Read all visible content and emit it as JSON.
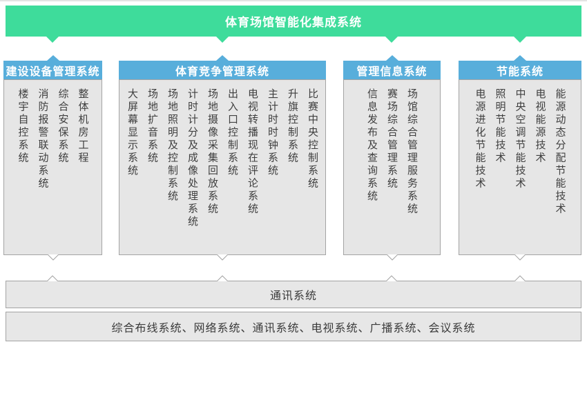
{
  "main_title": "体育场馆智能化集成系统",
  "colors": {
    "accent_green": "#3edc9b",
    "accent_blue": "#58aedb",
    "panel_gray": "#e6e6e6",
    "panel_border": "#a3a3a3",
    "header_text": "#ffffff",
    "body_text": "#3f3f3f"
  },
  "columns": [
    {
      "header": "建设设备管理系统",
      "items": [
        "整体机房工程",
        "综合安保系统",
        "消防报警联动系统",
        "楼宇自控系统"
      ]
    },
    {
      "header": "体育竞争管理系统",
      "items": [
        "比赛中央控制系统",
        "升旗控制系统",
        "主计时时钟系统",
        "电视转播现在评论系统",
        "出入口控制系统",
        "场地摄像采集回放系统",
        "计时计分及成像处理系统",
        "场地照明及控制系统",
        "场地扩音系统",
        "大屏幕显示系统"
      ]
    },
    {
      "header": "管理信息系统",
      "items": [
        "场馆综合管理服务系统",
        "赛场综合管理系统",
        "信息发布及查询系统"
      ]
    },
    {
      "header": "节能系统",
      "items": [
        "能源动态分配节能技术",
        "电视能源技术",
        "中央空调节能技术",
        "照明节能技术",
        "电源进化节能技术"
      ]
    }
  ],
  "communication": {
    "title": "通讯系统",
    "subsystems": "综合布线系统、网络系统、通讯系统、电视系统、广播系统、会议系统"
  }
}
